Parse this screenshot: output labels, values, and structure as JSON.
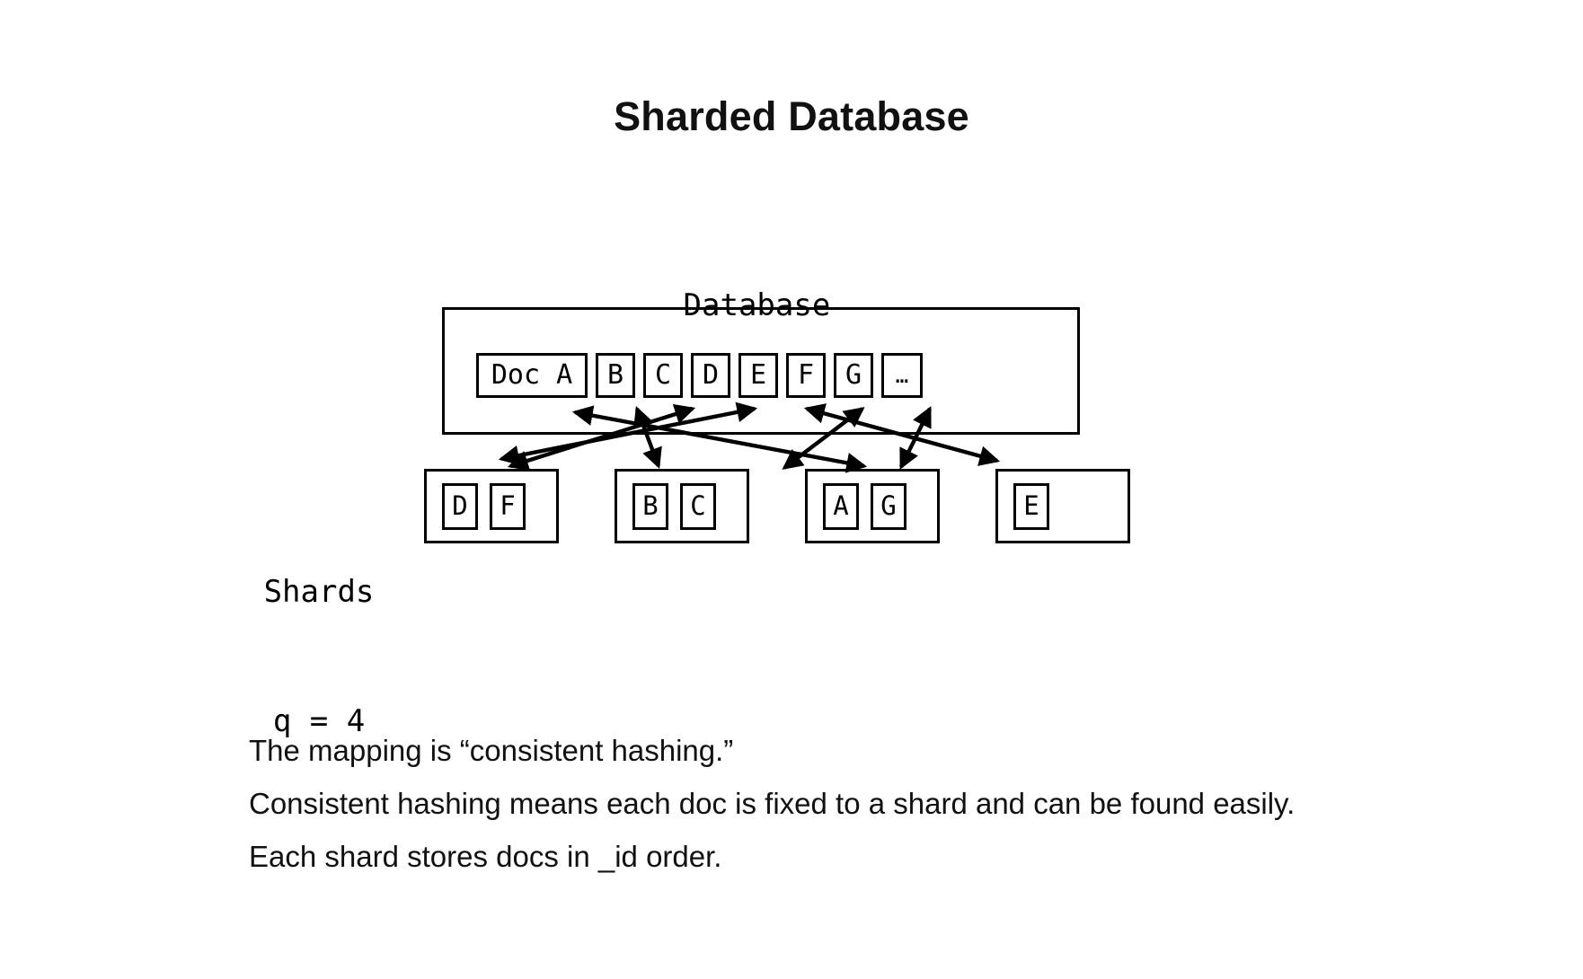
{
  "slide": {
    "title": "Sharded Database",
    "background_color": "#ffffff",
    "ink_color": "#000000"
  },
  "diagram": {
    "database": {
      "caption": "Database",
      "docs": [
        {
          "label": "Doc A",
          "id": "A"
        },
        {
          "label": "B",
          "id": "B"
        },
        {
          "label": "C",
          "id": "C"
        },
        {
          "label": "D",
          "id": "D"
        },
        {
          "label": "E",
          "id": "E"
        },
        {
          "label": "F",
          "id": "F"
        },
        {
          "label": "G",
          "id": "G"
        },
        {
          "label": "…",
          "id": "more"
        }
      ]
    },
    "shards": {
      "caption_line1": "Shards",
      "caption_line2": "q = 4",
      "count": 4,
      "boxes": [
        {
          "index": 1,
          "docs": [
            "D",
            "F"
          ]
        },
        {
          "index": 2,
          "docs": [
            "B",
            "C"
          ]
        },
        {
          "index": 3,
          "docs": [
            "A",
            "G"
          ]
        },
        {
          "index": 4,
          "docs": [
            "E"
          ]
        }
      ]
    },
    "mapping": [
      {
        "doc": "A",
        "shard": 3
      },
      {
        "doc": "B",
        "shard": 2
      },
      {
        "doc": "C",
        "shard": 2
      },
      {
        "doc": "D",
        "shard": 1
      },
      {
        "doc": "E",
        "shard": 4
      },
      {
        "doc": "F",
        "shard": 1
      },
      {
        "doc": "G",
        "shard": 3
      }
    ]
  },
  "notes": {
    "line1": "The mapping is “consistent hashing.”",
    "line2": "Consistent hashing means each doc is fixed to a shard and can be found easily.",
    "line3": "Each shard stores docs in _id order."
  }
}
